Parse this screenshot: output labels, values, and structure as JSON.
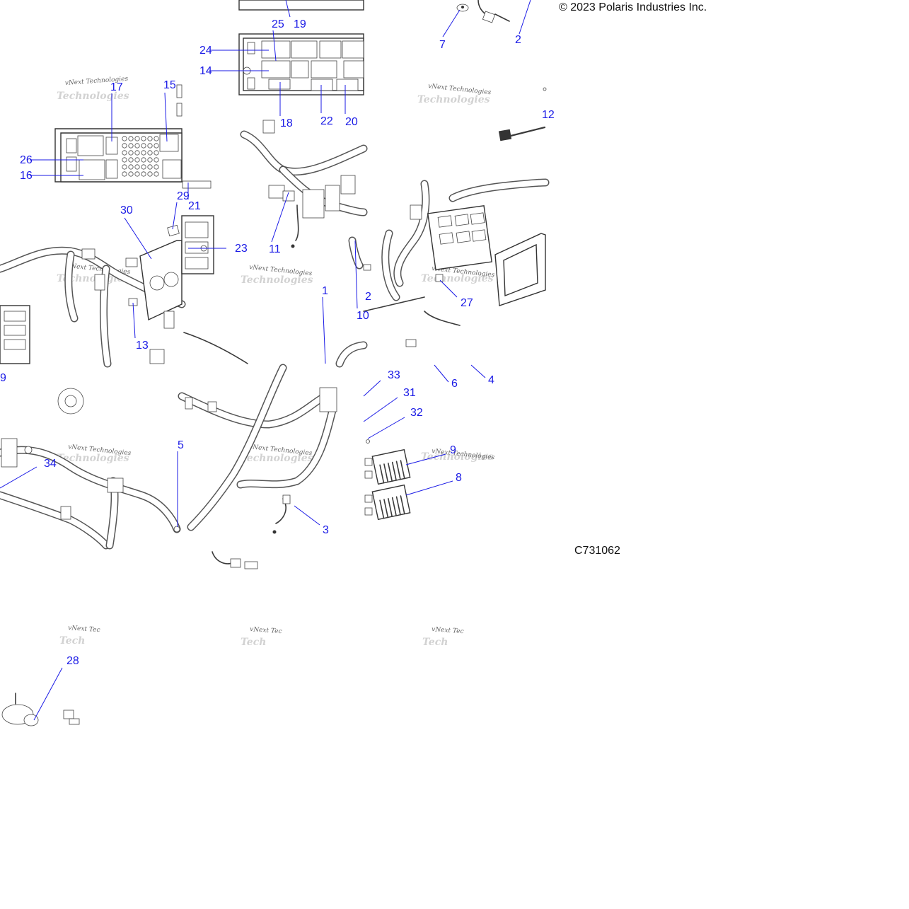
{
  "copyright": "© 2023 Polaris Industries Inc.",
  "diagram_id": "C731062",
  "watermark": "vNext Technologies",
  "colors": {
    "callout": "#1a1ae6",
    "lines": "#3a3a3a",
    "watermark": "#666666"
  },
  "callouts": [
    "1",
    "2",
    "2",
    "3",
    "4",
    "5",
    "6",
    "7",
    "8",
    "9",
    "9",
    "10",
    "11",
    "12",
    "13",
    "14",
    "15",
    "16",
    "17",
    "18",
    "19",
    "20",
    "21",
    "22",
    "23",
    "24",
    "25",
    "26",
    "27",
    "28",
    "29",
    "30",
    "31",
    "32",
    "33",
    "34"
  ]
}
